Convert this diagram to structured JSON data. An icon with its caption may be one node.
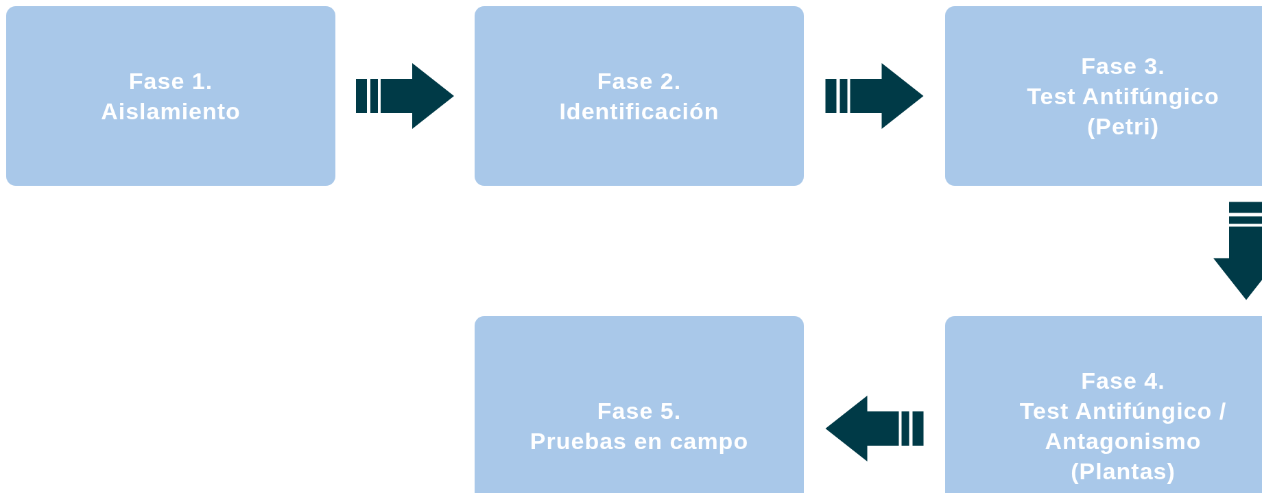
{
  "diagram": {
    "nodes": [
      {
        "text": [
          "Fase 1.",
          "Aislamiento"
        ]
      },
      {
        "text": [
          "Fase 2.",
          "Identificación"
        ]
      },
      {
        "text": [
          "Fase 3.",
          "Test Antifúngico (Petri)"
        ]
      },
      {
        "text": [
          "Fase 4.",
          "Test Antifúngico / Antagonismo (Plantas)"
        ]
      },
      {
        "text": [
          "Fase 5.",
          "Pruebas en campo"
        ]
      }
    ],
    "edges": [
      {
        "from": 0,
        "to": 1,
        "arrow": "to"
      },
      {
        "from": 1,
        "to": 2,
        "arrow": "to"
      },
      {
        "from": 2,
        "to": 3,
        "arrow": "to"
      },
      {
        "from": 3,
        "to": 4,
        "arrow": "to"
      }
    ]
  }
}
